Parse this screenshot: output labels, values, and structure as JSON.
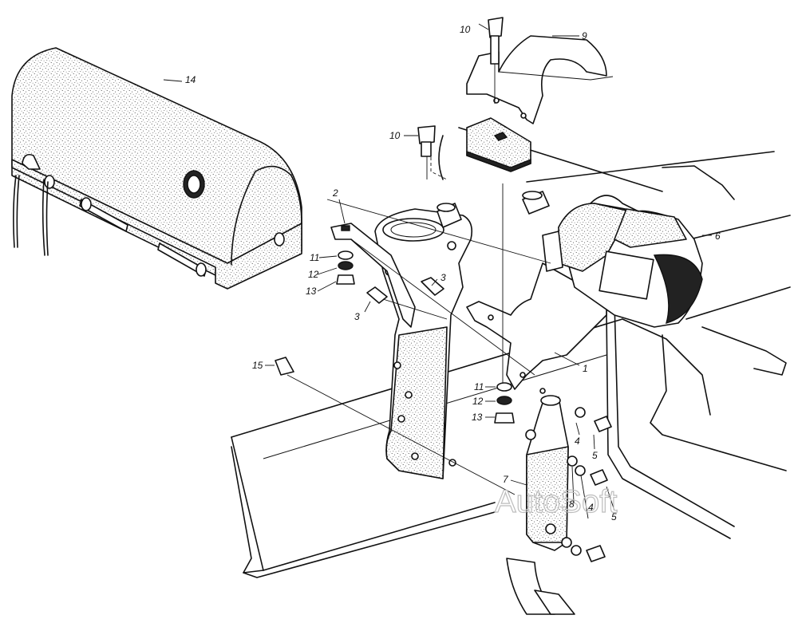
{
  "callouts": [
    {
      "id": "1",
      "text": "1"
    },
    {
      "id": "2",
      "text": "2"
    },
    {
      "id": "3a",
      "text": "3"
    },
    {
      "id": "3b",
      "text": "3"
    },
    {
      "id": "4a",
      "text": "4"
    },
    {
      "id": "4b",
      "text": "4"
    },
    {
      "id": "5a",
      "text": "5"
    },
    {
      "id": "5b",
      "text": "5"
    },
    {
      "id": "6",
      "text": "6"
    },
    {
      "id": "7",
      "text": "7"
    },
    {
      "id": "8",
      "text": "8"
    },
    {
      "id": "9",
      "text": "9"
    },
    {
      "id": "10a",
      "text": "10"
    },
    {
      "id": "10b",
      "text": "10"
    },
    {
      "id": "11a",
      "text": "11"
    },
    {
      "id": "11b",
      "text": "11"
    },
    {
      "id": "12a",
      "text": "12"
    },
    {
      "id": "12b",
      "text": "12"
    },
    {
      "id": "13a",
      "text": "13"
    },
    {
      "id": "13b",
      "text": "13"
    },
    {
      "id": "14",
      "text": "14"
    },
    {
      "id": "15",
      "text": "15"
    }
  ],
  "watermark": {
    "text": "AutoSoft"
  }
}
